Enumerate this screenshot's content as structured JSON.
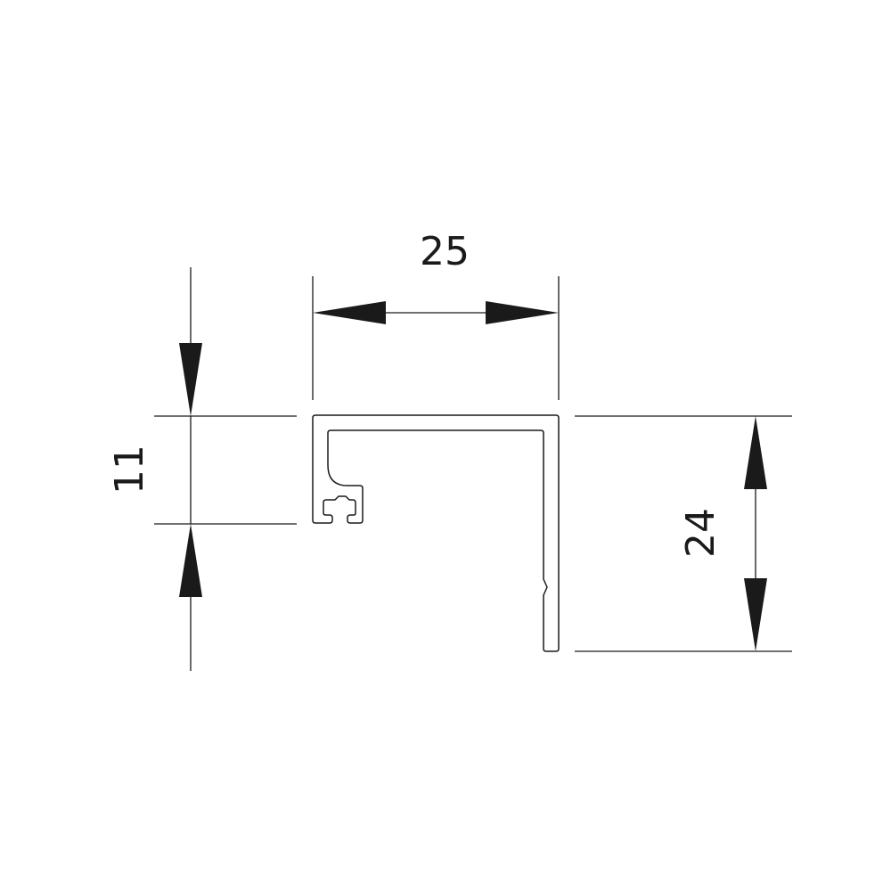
{
  "drawing": {
    "dimensions": {
      "width": {
        "label": "25"
      },
      "left_height": {
        "label": "11"
      },
      "right_height": {
        "label": "24"
      }
    },
    "colors": {
      "line": "#1a1a1a",
      "background": "#ffffff"
    }
  }
}
